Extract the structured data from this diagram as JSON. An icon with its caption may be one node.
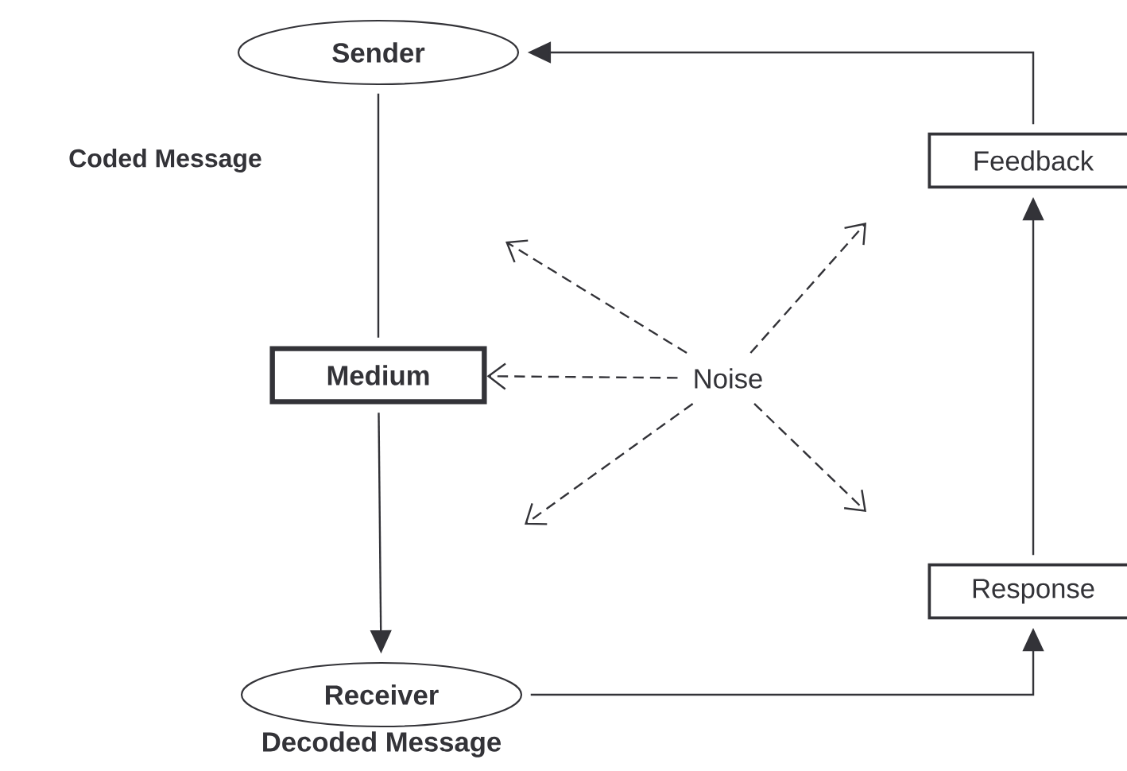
{
  "diagram": {
    "nodes": [
      {
        "text": [
          "Sender"
        ]
      },
      {
        "text": [
          "Medium"
        ]
      },
      {
        "text": [
          "Receiver"
        ],
        "beside": [
          "Decoded Message"
        ]
      },
      {
        "text": [
          "Response"
        ]
      },
      {
        "text": [
          "Feedback"
        ]
      },
      {
        "text": [
          "Noise"
        ]
      }
    ],
    "edges": [
      {
        "from": 0,
        "to": 1,
        "arrow": "none"
      },
      {
        "from": 1,
        "to": 2,
        "arrow": "to"
      },
      {
        "from": 2,
        "to": 3,
        "arrow": "to"
      },
      {
        "from": 3,
        "to": 4,
        "arrow": "to"
      },
      {
        "from": 4,
        "to": 0,
        "arrow": "to"
      },
      {
        "from": 5,
        "to": 1,
        "arrow": "to",
        "style": "dashed"
      },
      {
        "from": 5,
        "to": null,
        "arrow": "to",
        "style": "dashed"
      },
      {
        "from": 5,
        "to": null,
        "arrow": "to",
        "style": "dashed"
      },
      {
        "from": 5,
        "to": null,
        "arrow": "to",
        "style": "dashed"
      },
      {
        "from": 5,
        "to": null,
        "arrow": "to",
        "style": "dashed"
      }
    ],
    "labels": [
      "Coded Message"
    ]
  }
}
